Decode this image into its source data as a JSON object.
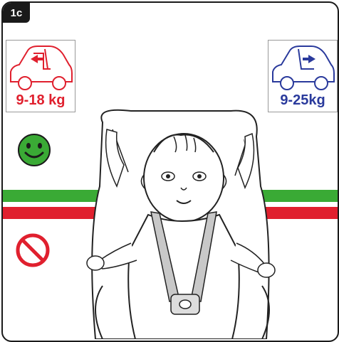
{
  "step": {
    "label": "1c"
  },
  "left_mode": {
    "weight": "9-18 kg",
    "color": "#e0202e",
    "icon": "car-rear-facing-seat-icon"
  },
  "right_mode": {
    "weight": "9-25kg",
    "color": "#2a3a9c",
    "icon": "car-forward-facing-seat-icon"
  },
  "indicators": {
    "ok_icon": "green-smiley-icon",
    "ok_color": "#3aaa35",
    "forbidden_icon": "prohibition-icon",
    "forbidden_color": "#e0202e"
  },
  "bands": {
    "top_color": "#3aaa35",
    "bottom_color": "#e0202e"
  },
  "illustration": "baby-in-car-seat-illustration"
}
